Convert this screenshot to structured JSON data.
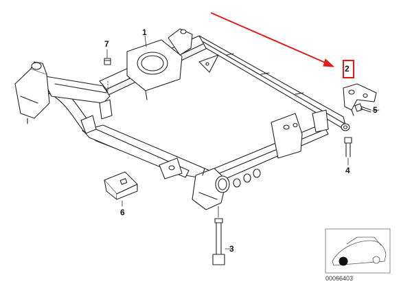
{
  "diagram": {
    "callouts": [
      {
        "id": "1",
        "label": "1"
      },
      {
        "id": "2",
        "label": "2"
      },
      {
        "id": "3",
        "label": "3"
      },
      {
        "id": "4",
        "label": "4"
      },
      {
        "id": "5",
        "label": "5"
      },
      {
        "id": "6",
        "label": "6"
      },
      {
        "id": "7",
        "label": "7"
      }
    ],
    "document_number": "00066403",
    "highlight_color": "#e11a1a",
    "line_color": "#222222",
    "fill_color": "#ffffff"
  }
}
